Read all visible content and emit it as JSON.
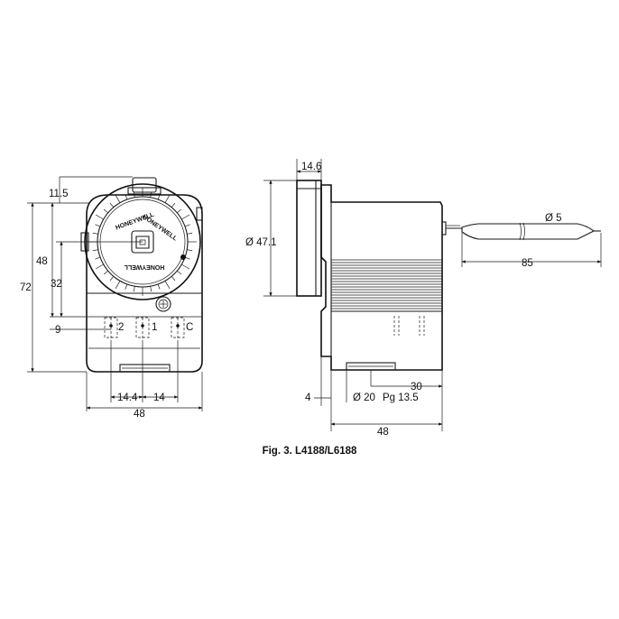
{
  "caption": "Fig. 3. L4188/L6188",
  "front_view": {
    "dims": {
      "top_offset": "11.5",
      "height_48": "48",
      "height_72": "72",
      "height_32": "32",
      "bottom_9": "9",
      "spacing_left": "14.4",
      "spacing_right": "14",
      "width": "48"
    },
    "terminals": [
      "2",
      "1",
      "C"
    ],
    "dial_brand_top": "HONEYWELL",
    "dial_brand_bottom": "HONEYWELL"
  },
  "side_view": {
    "dims": {
      "thickness": "14.6",
      "diameter": "Ø 47.1",
      "bulb_diameter": "Ø 5",
      "bulb_length": "85",
      "offset_4": "4",
      "conduit_30": "30",
      "entry_dia": "Ø 20",
      "gland": "Pg 13.5",
      "depth": "48"
    }
  },
  "icons": [
    "arrow-icon",
    "screw-icon",
    "logo-icon"
  ]
}
